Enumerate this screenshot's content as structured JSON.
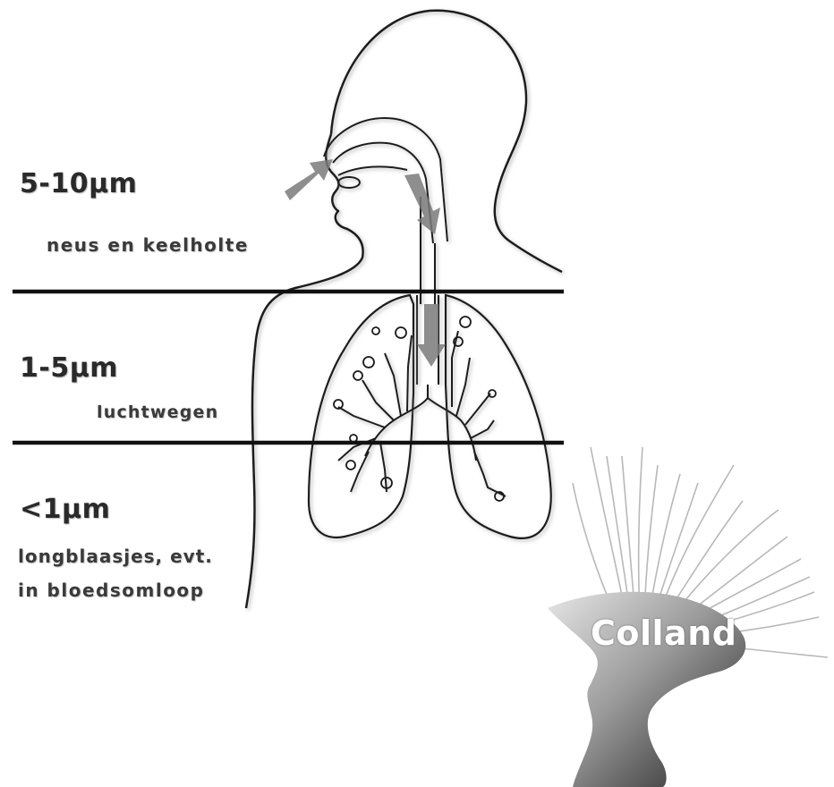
{
  "zones": [
    {
      "size_label": "5-10µm",
      "description": "neus en keelholte"
    },
    {
      "size_label": "1-5µm",
      "description": "luchtwegen"
    },
    {
      "size_label": "<1µm",
      "description_line1": "longblaasjes, evt.",
      "description_line2": "in bloedsomloop"
    }
  ],
  "logo": {
    "text": "Colland"
  },
  "colors": {
    "outline": "#1a1a1a",
    "arrow": "#7a7a7a",
    "divider": "#111111",
    "logo_gradient_light": "#d0d0d0",
    "logo_gradient_dark": "#222222"
  }
}
